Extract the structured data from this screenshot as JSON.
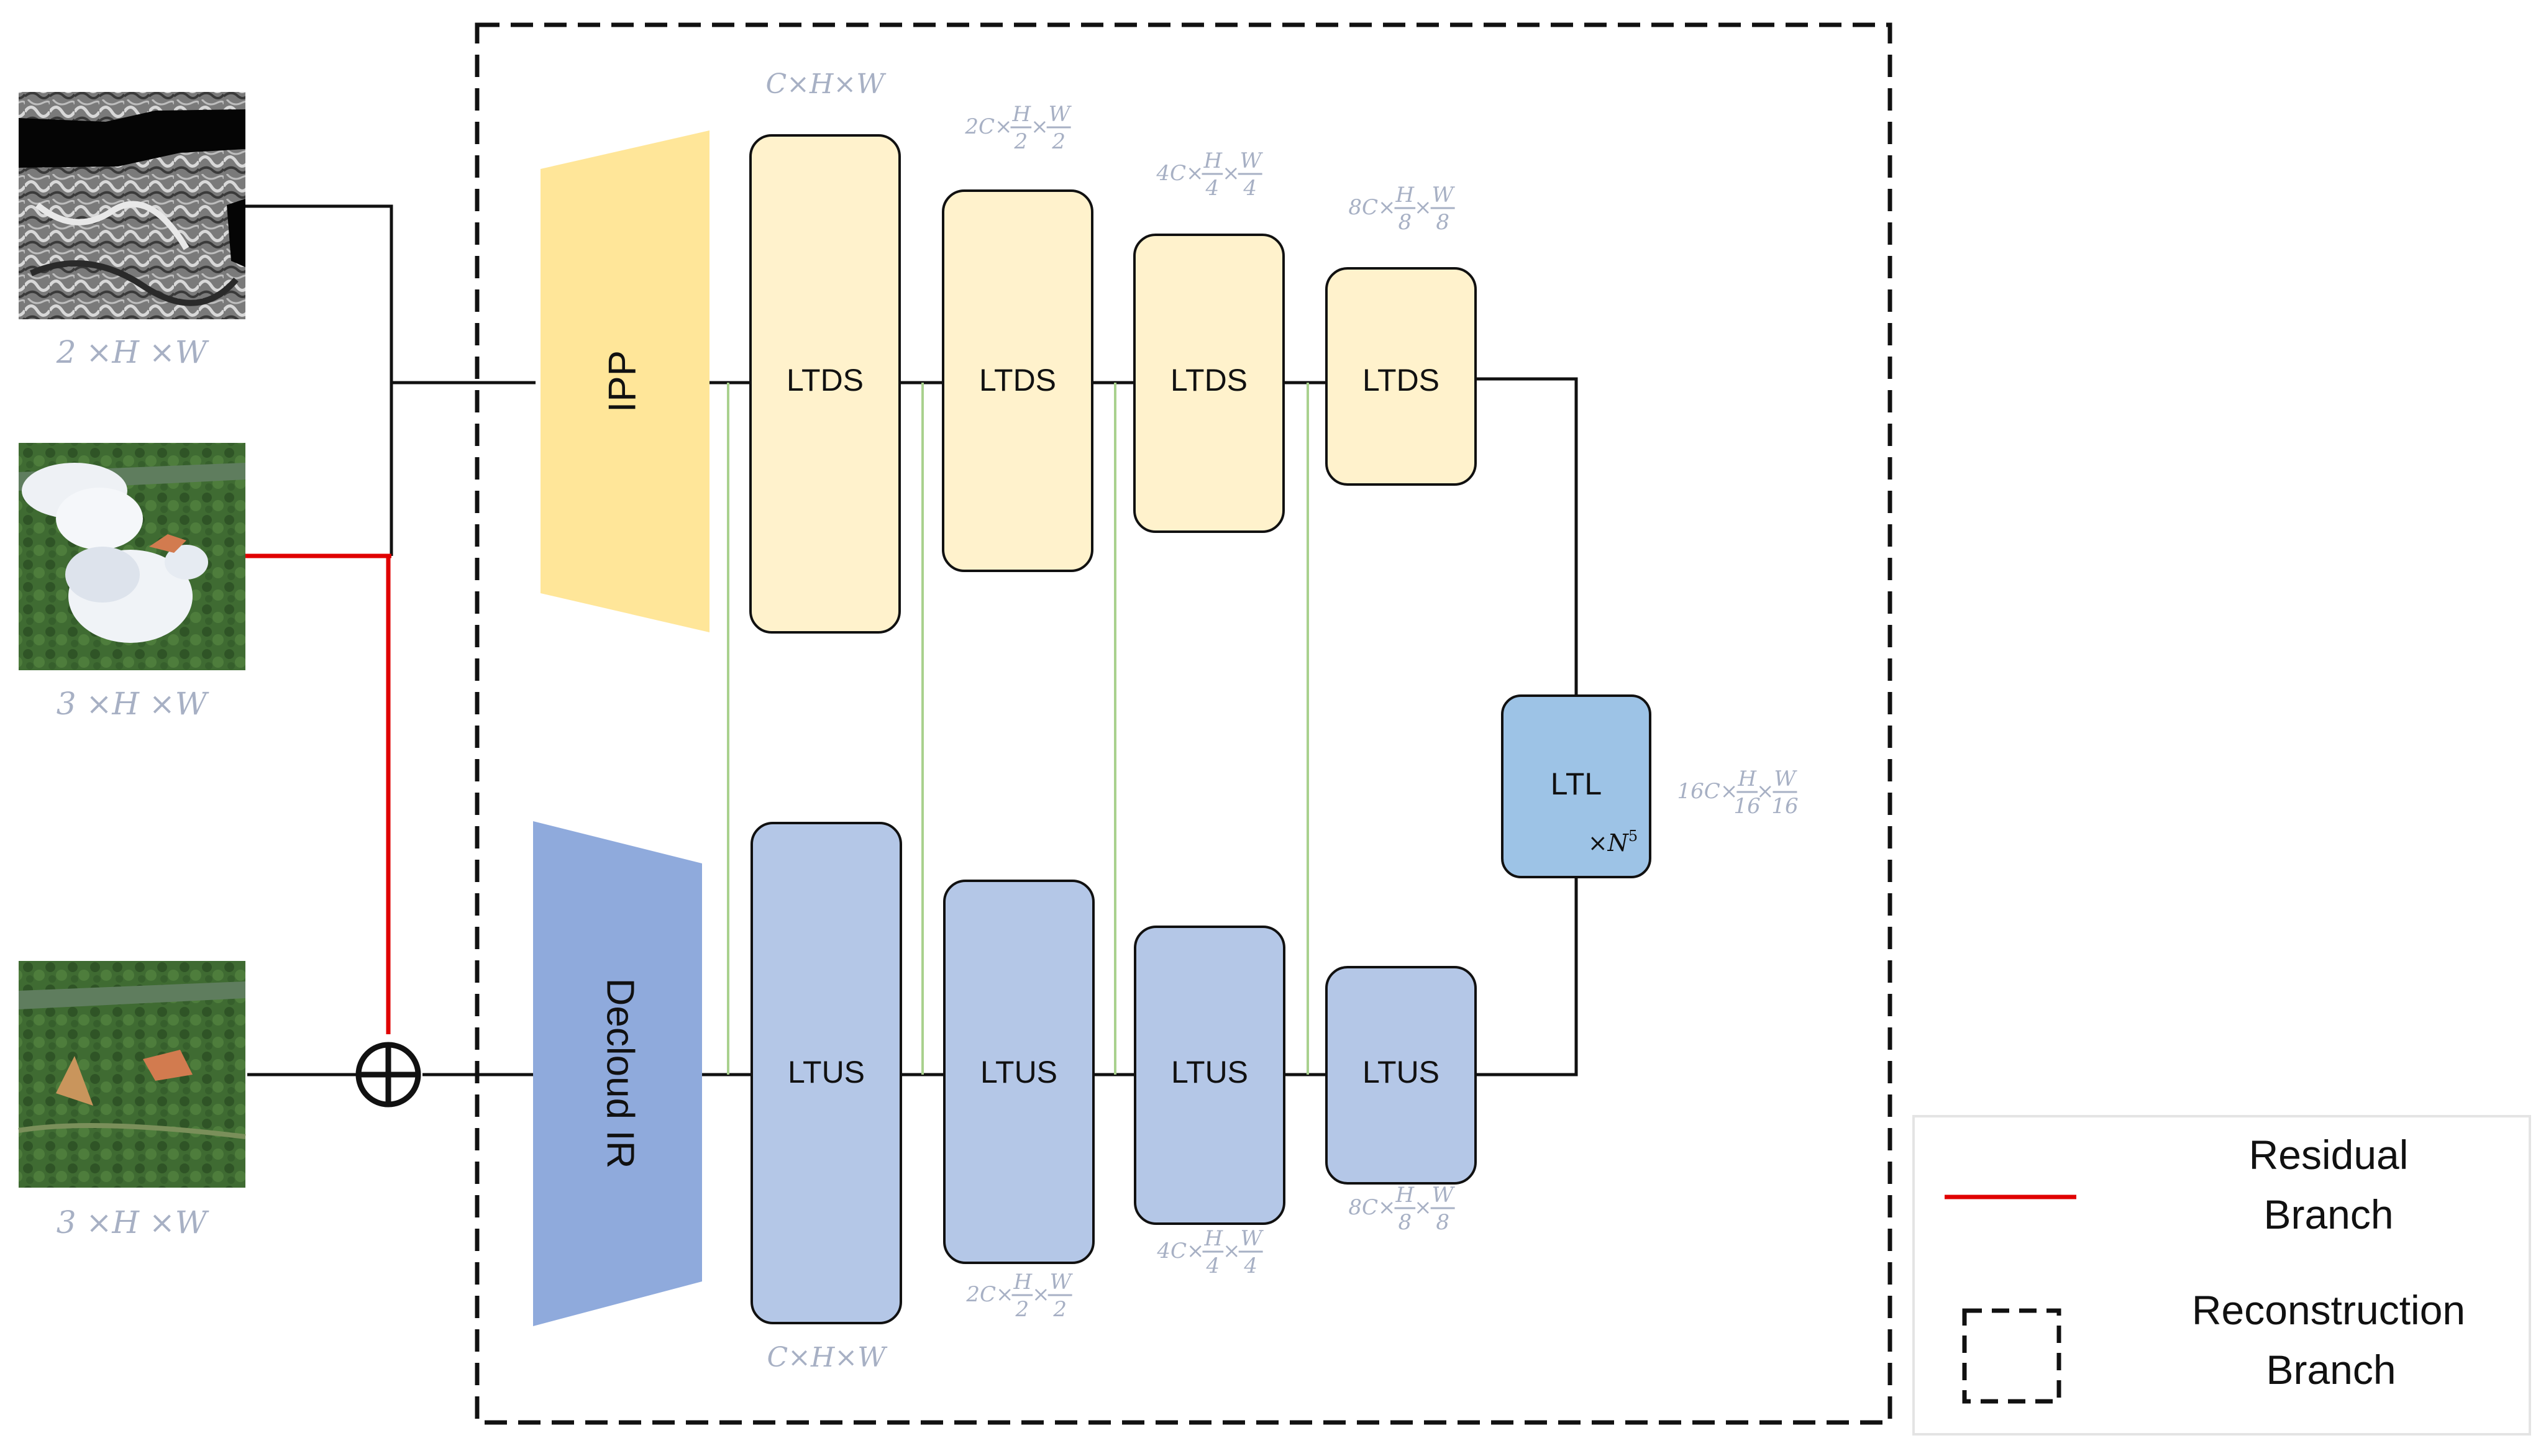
{
  "inputs": {
    "sar_caption": "2 ×H ×W",
    "cloudy_caption": "3 ×H ×W",
    "output_caption": "3 ×H ×W"
  },
  "encoder": {
    "ipp_label": "IPP",
    "blocks": [
      {
        "label": "LTDS",
        "dim": {
          "pre": "C",
          "h": "H",
          "w": "W",
          "frac": false
        }
      },
      {
        "label": "LTDS",
        "dim": {
          "pre": "2C",
          "h": "H",
          "hd": "2",
          "w": "W",
          "wd": "2",
          "frac": true
        }
      },
      {
        "label": "LTDS",
        "dim": {
          "pre": "4C",
          "h": "H",
          "hd": "4",
          "w": "W",
          "wd": "4",
          "frac": true
        }
      },
      {
        "label": "LTDS",
        "dim": {
          "pre": "8C",
          "h": "H",
          "hd": "8",
          "w": "W",
          "wd": "8",
          "frac": true
        }
      }
    ]
  },
  "bottleneck": {
    "label": "LTL",
    "repeat": "×N",
    "repeat_sup": "5",
    "dim": {
      "pre": "16C",
      "h": "H",
      "hd": "16",
      "w": "W",
      "wd": "16",
      "frac": true
    }
  },
  "decoder": {
    "ir_label": "Decloud IR",
    "blocks": [
      {
        "label": "LTUS",
        "dim": {
          "pre": "C",
          "h": "H",
          "w": "W",
          "frac": false
        }
      },
      {
        "label": "LTUS",
        "dim": {
          "pre": "2C",
          "h": "H",
          "hd": "2",
          "w": "W",
          "wd": "2",
          "frac": true
        }
      },
      {
        "label": "LTUS",
        "dim": {
          "pre": "4C",
          "h": "H",
          "hd": "4",
          "w": "W",
          "wd": "4",
          "frac": true
        }
      },
      {
        "label": "LTUS",
        "dim": {
          "pre": "8C",
          "h": "H",
          "hd": "8",
          "w": "W",
          "wd": "8",
          "frac": true
        }
      }
    ]
  },
  "legend": {
    "residual_line1": "Residual",
    "residual_line2": "Branch",
    "reconstruction_line1": "Reconstruction",
    "reconstruction_line2": "Branch"
  },
  "colors": {
    "encoder_fill": "#fff2cc",
    "ipp_fill": "#ffe699",
    "decoder_fill": "#b4c7e7",
    "ir_fill": "#8faadc",
    "ltl_fill": "#9dc3e6",
    "skip_line": "#a9d18e",
    "residual_arrow": "#e00000",
    "dim_text": "#a7b0c4"
  }
}
